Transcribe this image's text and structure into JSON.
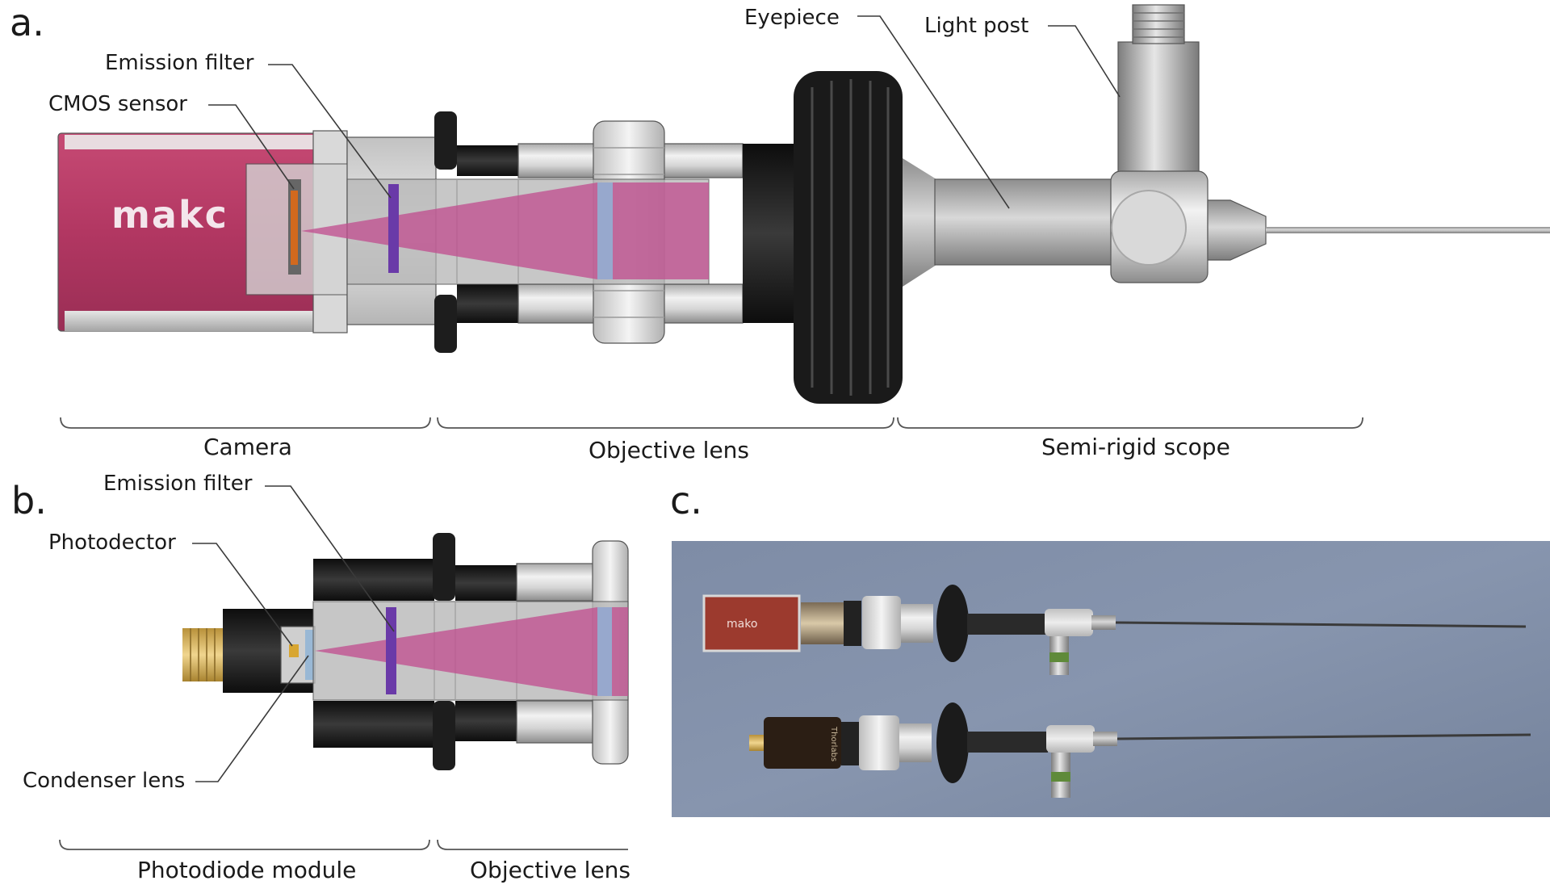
{
  "panels": {
    "a": {
      "label": "a.",
      "brand_text": "makc",
      "callouts": {
        "eyepiece": "Eyepiece",
        "light_post": "Light post",
        "emission_filter": "Emission filter",
        "cmos_sensor": "CMOS sensor"
      },
      "sections": {
        "camera": "Camera",
        "objective_lens": "Objective lens",
        "semi_rigid_scope": "Semi-rigid scope"
      }
    },
    "b": {
      "label": "b.",
      "callouts": {
        "emission_filter": "Emission filter",
        "photodector": "Photodector",
        "condenser_lens": "Condenser lens"
      },
      "sections": {
        "photodiode_module": "Photodiode module",
        "objective_lens": "Objective lens"
      }
    },
    "c": {
      "label": "c.",
      "camera_brand": "mako",
      "module_brand": "Thorlabs"
    }
  },
  "colors": {
    "camera_body": "#b23762",
    "light_beam": "#c04f8f",
    "emission_filter": "#6a3aa8",
    "lens": "#8fb4d6",
    "metal_light": "#c9c9c9",
    "metal_dark": "#8a8a8a",
    "black_part": "#222222",
    "photo_background": "#7d8aa3",
    "sma_connector": "#d8b35a"
  }
}
